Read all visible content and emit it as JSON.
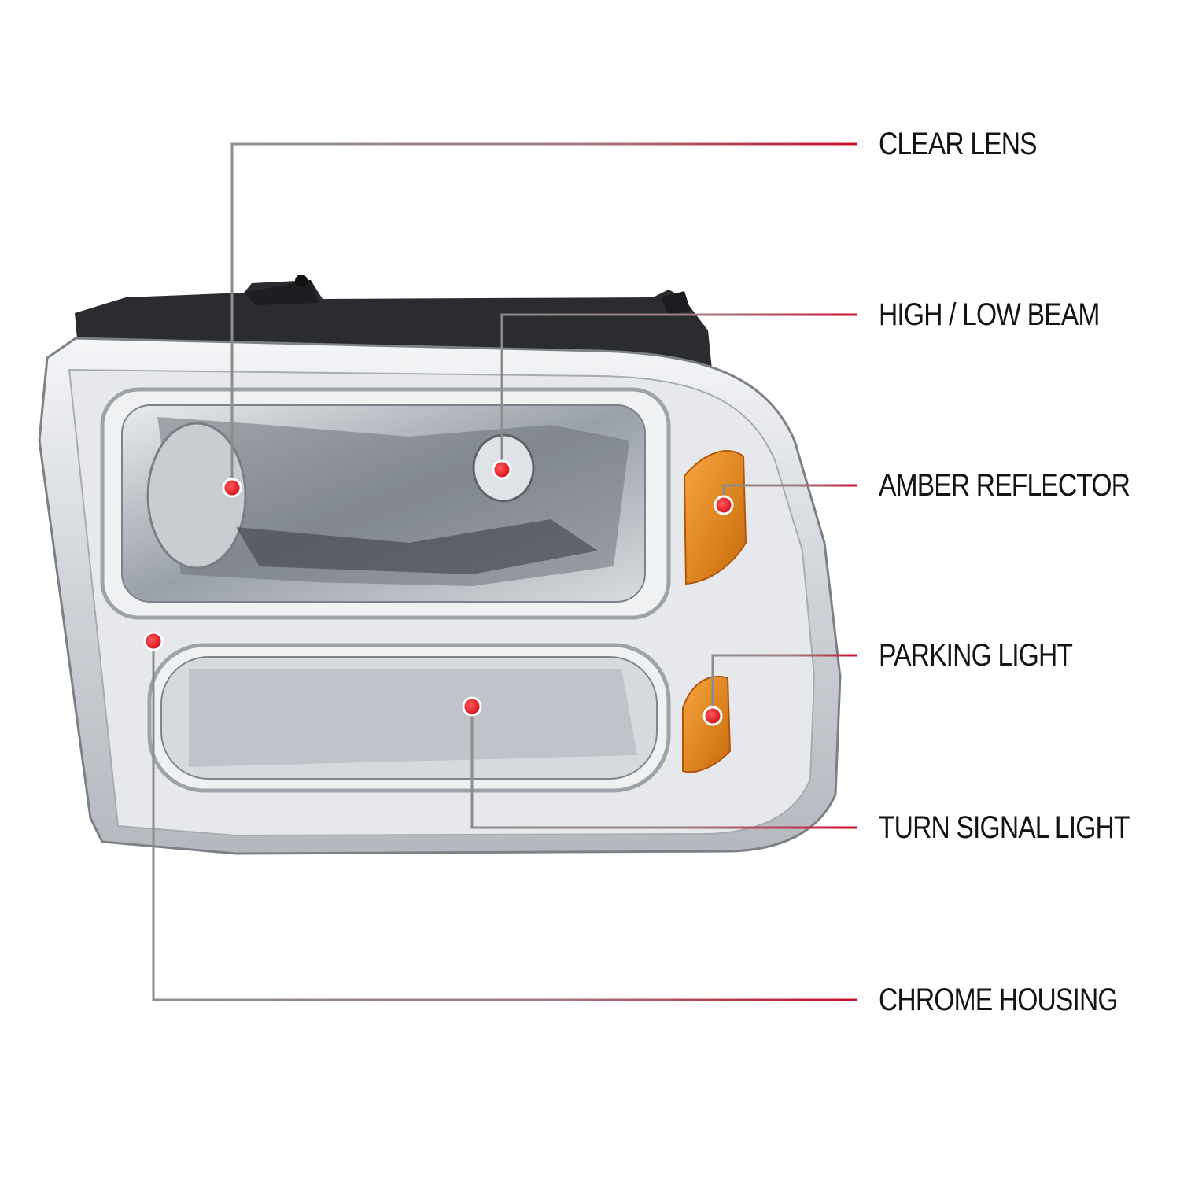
{
  "colors": {
    "background": "#ffffff",
    "callout_marker": "#e0141e",
    "leader_line_start": "#8c8c8c",
    "leader_line_end": "#c8102e",
    "label_text": "#141414",
    "amber": "#e8891a",
    "chrome": "#d7dadf",
    "black_housing": "#2a2b2e"
  },
  "diagram": {
    "subject": "headlight-assembly",
    "callouts": [
      {
        "id": "clear-lens",
        "label": "CLEAR LENS"
      },
      {
        "id": "high-low-beam",
        "label": "HIGH / LOW BEAM"
      },
      {
        "id": "amber-reflector",
        "label": "AMBER REFLECTOR"
      },
      {
        "id": "parking-light",
        "label": "PARKING LIGHT"
      },
      {
        "id": "turn-signal-light",
        "label": "TURN SIGNAL LIGHT"
      },
      {
        "id": "chrome-housing",
        "label": "CHROME HOUSING"
      }
    ]
  }
}
